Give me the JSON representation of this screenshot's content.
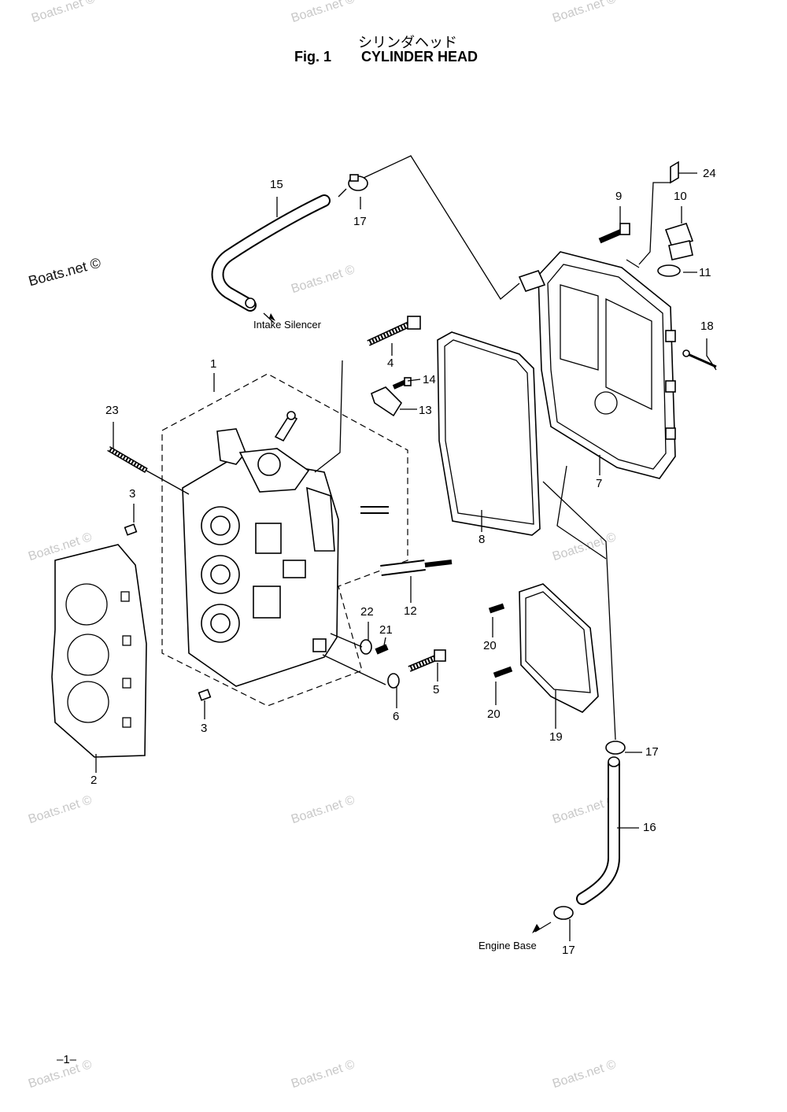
{
  "header": {
    "japanese_title": "シリンダヘッド",
    "figure_label": "Fig. 1",
    "title": "CYLINDER HEAD"
  },
  "annotations": {
    "intake": "Intake Silencer",
    "engine_base": "Engine Base"
  },
  "watermark": "Boats.net ©",
  "page_number": "–1–",
  "part_numbers": [
    "15",
    "17",
    "24",
    "9",
    "10",
    "11",
    "18",
    "4",
    "14",
    "13",
    "1",
    "23",
    "3",
    "8",
    "7",
    "12",
    "22",
    "21",
    "20",
    "5",
    "6",
    "3",
    "20",
    "19",
    "2",
    "17",
    "16",
    "17"
  ]
}
